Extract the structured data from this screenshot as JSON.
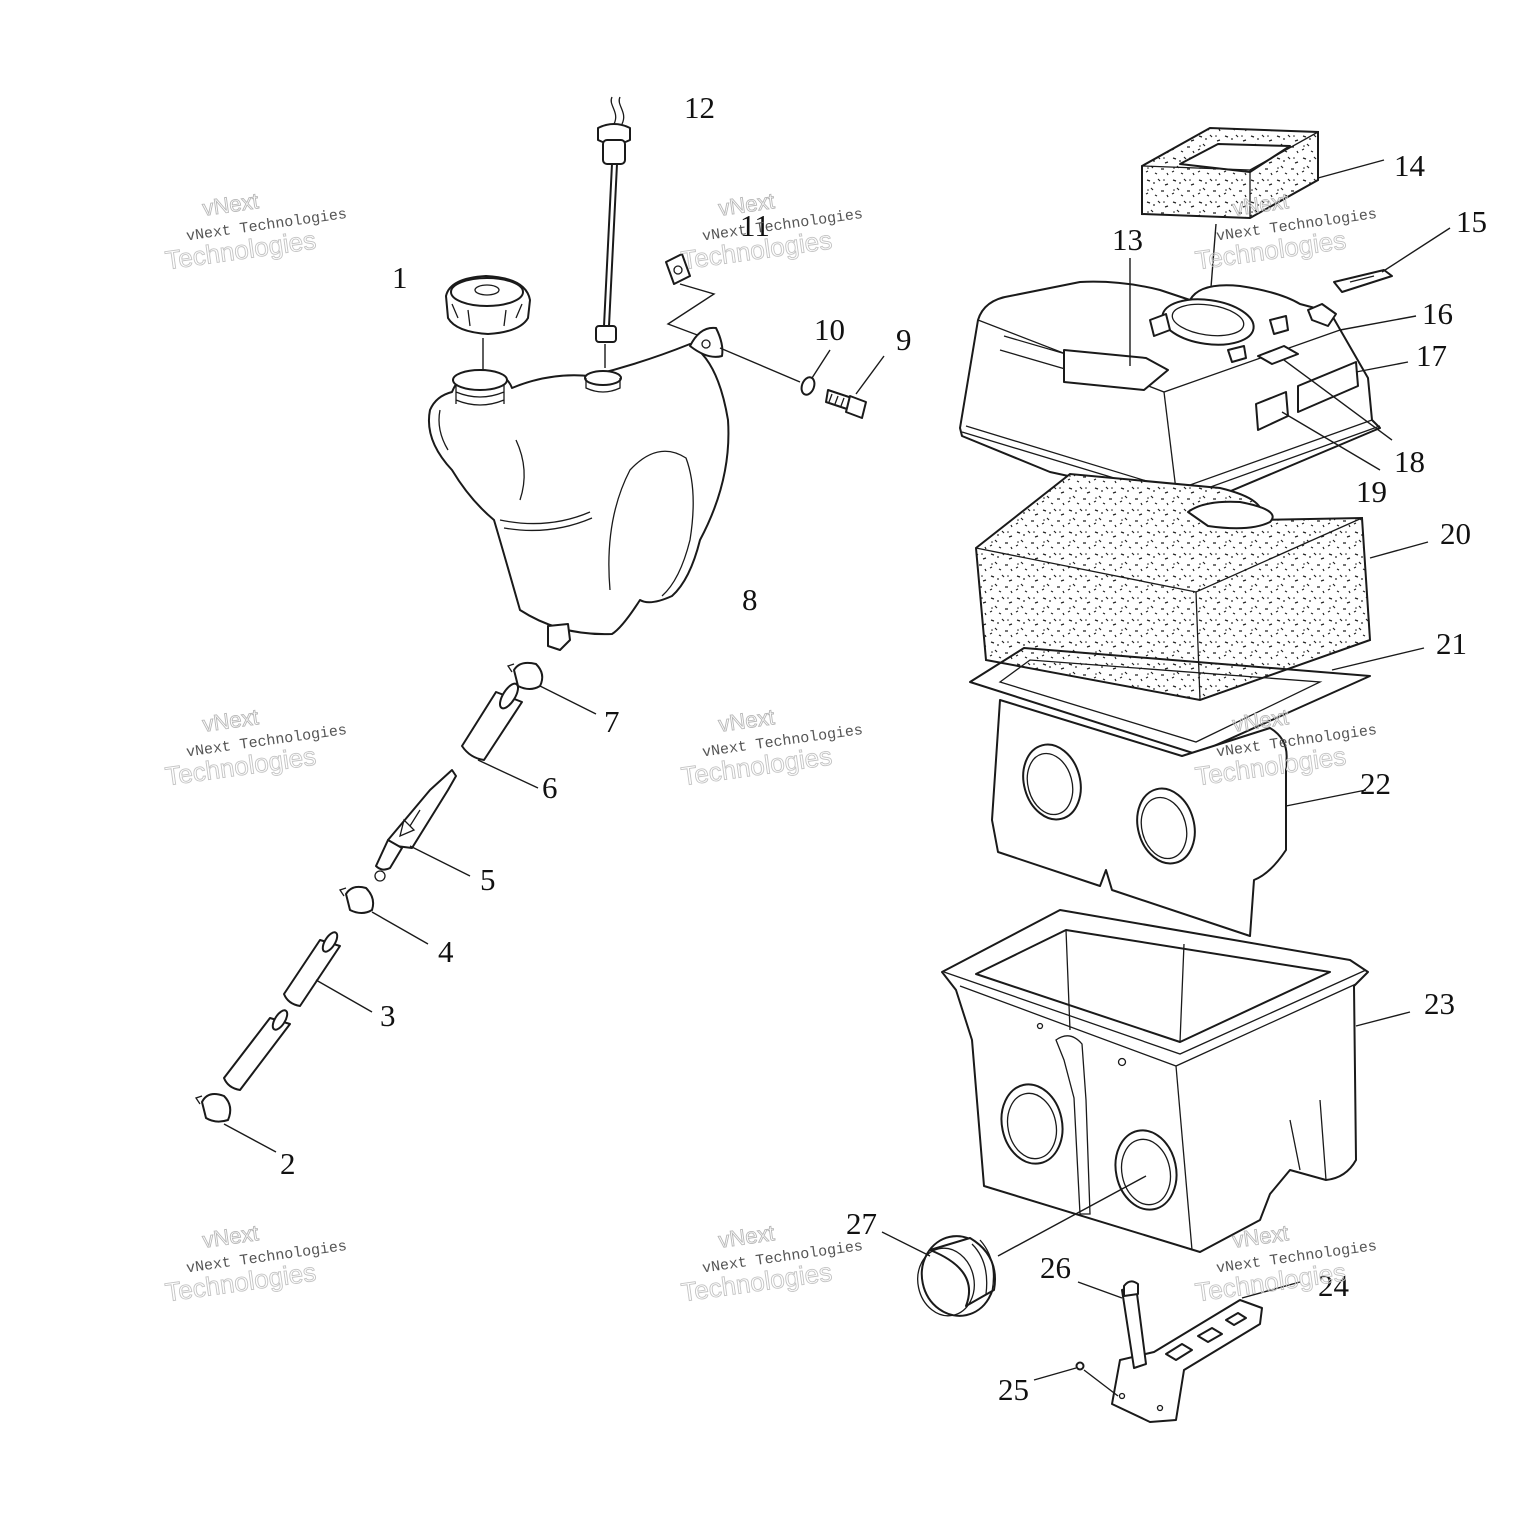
{
  "diagram": {
    "callouts": [
      "1",
      "2",
      "3",
      "4",
      "5",
      "6",
      "7",
      "8",
      "9",
      "10",
      "11",
      "12",
      "13",
      "14",
      "15",
      "16",
      "17",
      "18",
      "19",
      "20",
      "21",
      "22",
      "23",
      "24",
      "25",
      "26",
      "27"
    ],
    "watermark": {
      "line1": "vNext Technologies",
      "line2": "vNext",
      "line3": "Technologies"
    }
  }
}
